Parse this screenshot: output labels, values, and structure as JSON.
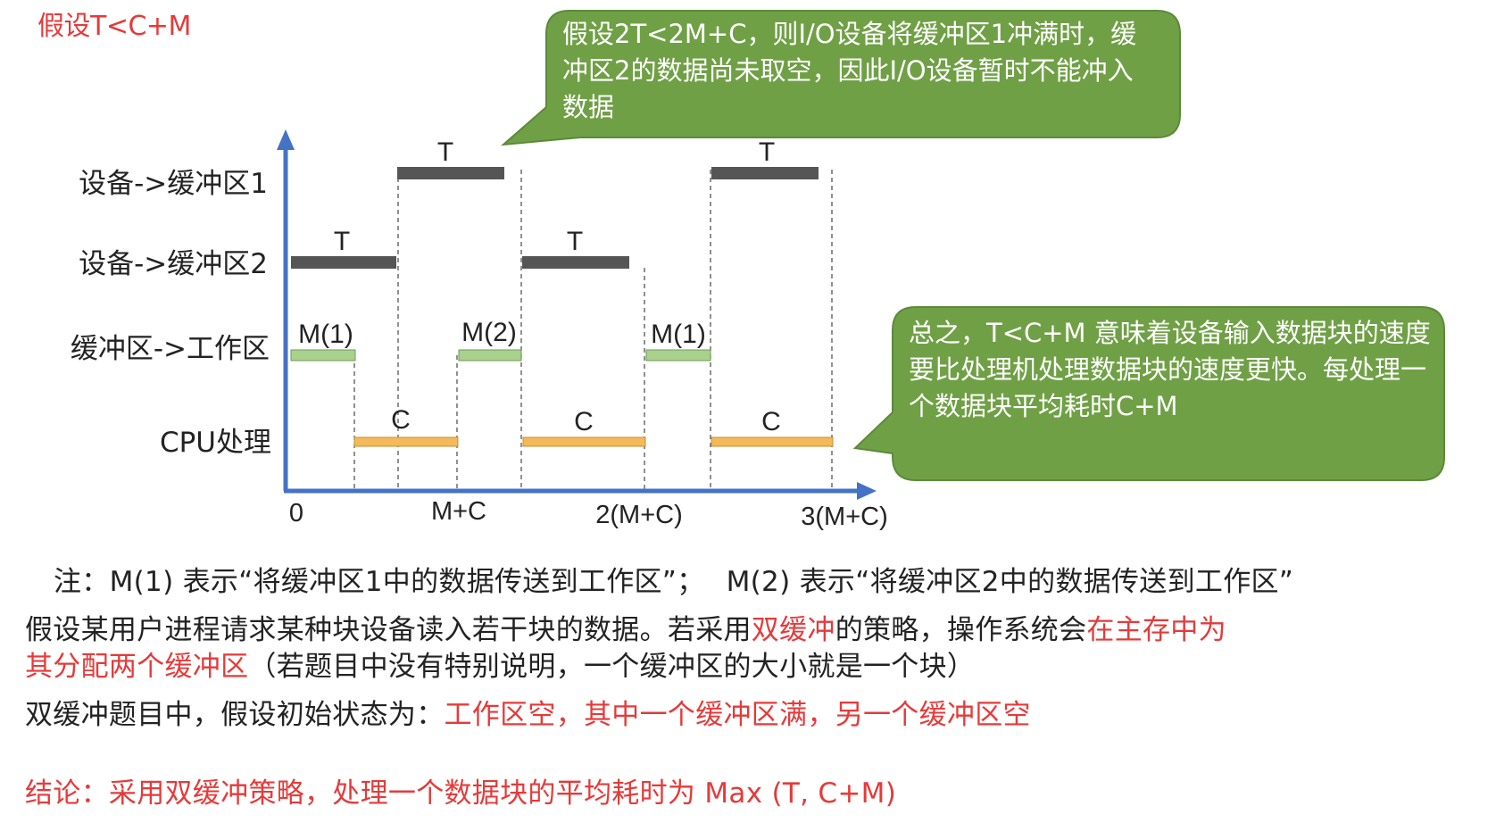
{
  "title": "假设T<C+M",
  "callout_top": "假设2T<2M+C，则I/O设备将缓冲区1冲满时，缓冲区2的数据尚未取空，因此I/O设备暂时不能冲入数据",
  "callout_right": "总之，T<C+M 意味着设备输入数据块的速度要比处理机处理数据块的速度更快。每处理一个数据块平均耗时C+M",
  "rows": {
    "r1": "设备->缓冲区1",
    "r2": "设备->缓冲区2",
    "r3": "缓冲区->工作区",
    "r4": "CPU处理"
  },
  "ticks": {
    "t0": "0",
    "t1": "M+C",
    "t2": "2(M+C)",
    "t3": "3(M+C)"
  },
  "bars": {
    "T": "T",
    "C": "C",
    "M1": "M(1)",
    "M2": "M(2)"
  },
  "colors": {
    "accent_red": "#e53a3a",
    "callout_green": "#70a046",
    "bar_T": "#555555",
    "bar_M": "#a9d18e",
    "bar_C": "#f4b95a",
    "axis": "#4472c4"
  },
  "note": {
    "line1_a": "注：M(1) 表示“将缓冲区1中的数据传送到工作区”；",
    "line1_b": "M(2) 表示“将缓冲区2中的数据传送到工作区”"
  },
  "para1": {
    "a": "假设某用户进程请求某种块设备读入若干块的数据。若采用",
    "b": "双缓冲",
    "c": "的策略，操作系统会",
    "d": "在主存中为",
    "e": "其分配两个缓冲区",
    "f": "（若题目中没有特别说明，一个缓冲区的大小就是一个块）"
  },
  "para2": {
    "a": "双缓冲题目中，假设初始状态为：",
    "b": "工作区空，其中一个缓冲区满，另一个缓冲区空"
  },
  "conclusion": "结论：采用双缓冲策略，处理一个数据块的平均耗时为 Max (T, C+M)"
}
